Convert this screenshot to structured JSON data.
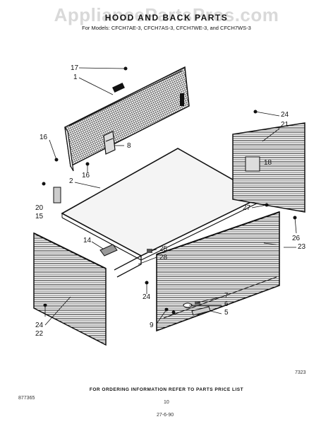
{
  "watermark": "AppliancePartsPros.com",
  "title": "HOOD AND BACK PARTS",
  "models_line": "For Models: CFCH7AE-3, CFCH7AS-3, CFCH7WE-3, and CFCH7WS-3",
  "callouts": {
    "c17": "17",
    "c1": "1",
    "c16a": "16",
    "c8": "8",
    "c16b": "16",
    "c2": "2",
    "c20": "20",
    "c15": "15",
    "c24a": "24",
    "c21": "21",
    "c18": "18",
    "c27": "27",
    "c26": "26",
    "c23": "23",
    "c14": "14",
    "c25": "25",
    "c28": "28",
    "c7": "7",
    "c6": "6",
    "c5": "5",
    "c9": "9",
    "c24b": "24",
    "c24c": "24",
    "c22": "22"
  },
  "code_right": "7323",
  "code_left": "877365",
  "ordering_note": "FOR ORDERING INFORMATION REFER TO PARTS PRICE LIST",
  "page_number": "10",
  "bottom_mark": "27-6-90"
}
